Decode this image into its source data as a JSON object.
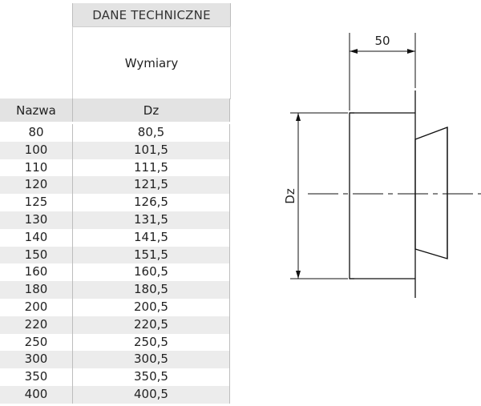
{
  "table": {
    "group_header": "DANE TECHNICZNE",
    "sub_header": "Wymiary",
    "col_name": "Nazwa",
    "col_dz": "Dz",
    "rows": [
      {
        "name": "80",
        "dz": "80,5"
      },
      {
        "name": "100",
        "dz": "101,5"
      },
      {
        "name": "110",
        "dz": "111,5"
      },
      {
        "name": "120",
        "dz": "121,5"
      },
      {
        "name": "125",
        "dz": "126,5"
      },
      {
        "name": "130",
        "dz": "131,5"
      },
      {
        "name": "140",
        "dz": "141,5"
      },
      {
        "name": "150",
        "dz": "151,5"
      },
      {
        "name": "160",
        "dz": "160,5"
      },
      {
        "name": "180",
        "dz": "180,5"
      },
      {
        "name": "200",
        "dz": "200,5"
      },
      {
        "name": "220",
        "dz": "220,5"
      },
      {
        "name": "250",
        "dz": "250,5"
      },
      {
        "name": "300",
        "dz": "300,5"
      },
      {
        "name": "350",
        "dz": "350,5"
      },
      {
        "name": "400",
        "dz": "400,5"
      }
    ]
  },
  "drawing": {
    "width_dim_label": "50",
    "diameter_dim_label": "Dz"
  }
}
